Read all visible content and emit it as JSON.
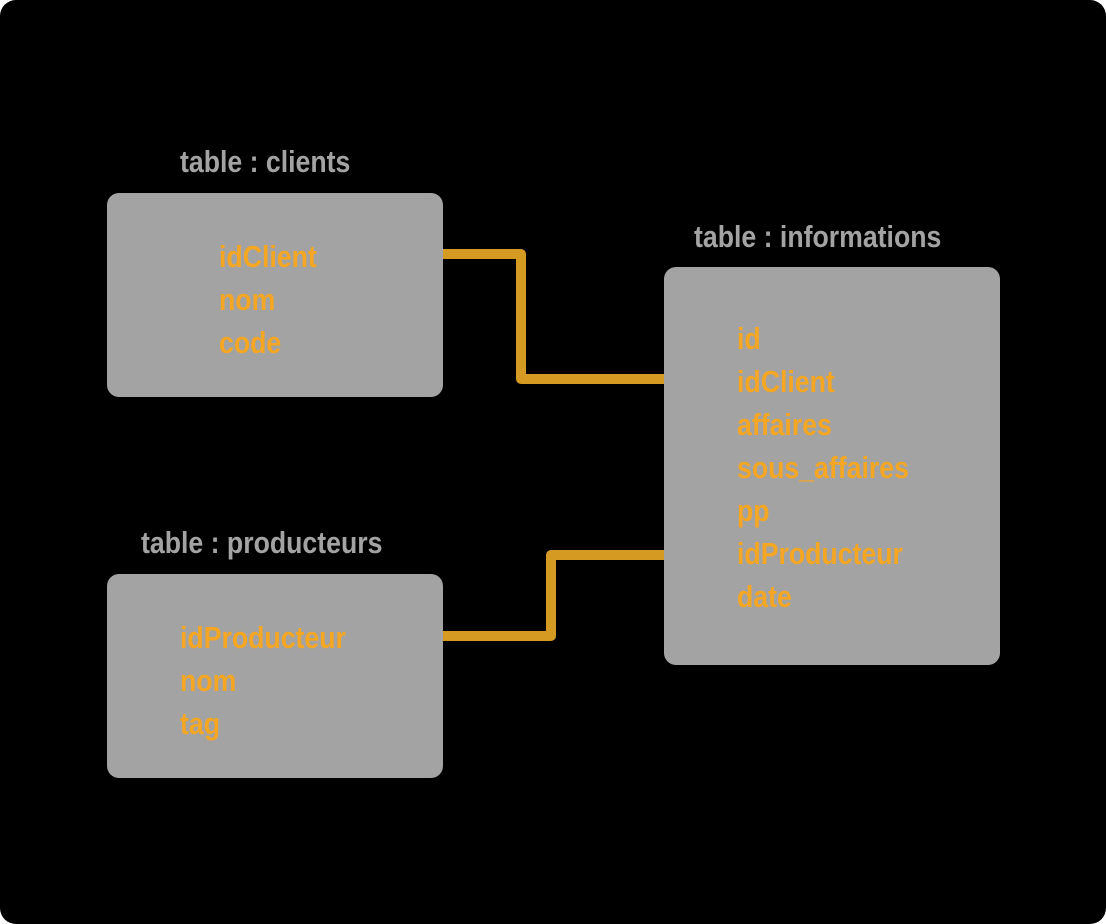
{
  "colors": {
    "background": "#000000",
    "box": "#a3a3a3",
    "title": "#a3a3a3",
    "field": "#f5a623",
    "link": "#d49a22"
  },
  "tables": {
    "clients": {
      "title": "table : clients",
      "fields": [
        "idClient",
        "nom",
        "code"
      ]
    },
    "producteurs": {
      "title": "table : producteurs",
      "fields": [
        "idProducteur",
        "nom",
        "tag"
      ]
    },
    "informations": {
      "title": "table : informations",
      "fields": [
        "id",
        "idClient",
        "affaires",
        "sous_affaires",
        "pp",
        "idProducteur",
        "date"
      ]
    }
  },
  "links": [
    {
      "from": "clients.idClient",
      "to": "informations.idClient"
    },
    {
      "from": "producteurs.idProducteur",
      "to": "informations.idProducteur"
    }
  ]
}
